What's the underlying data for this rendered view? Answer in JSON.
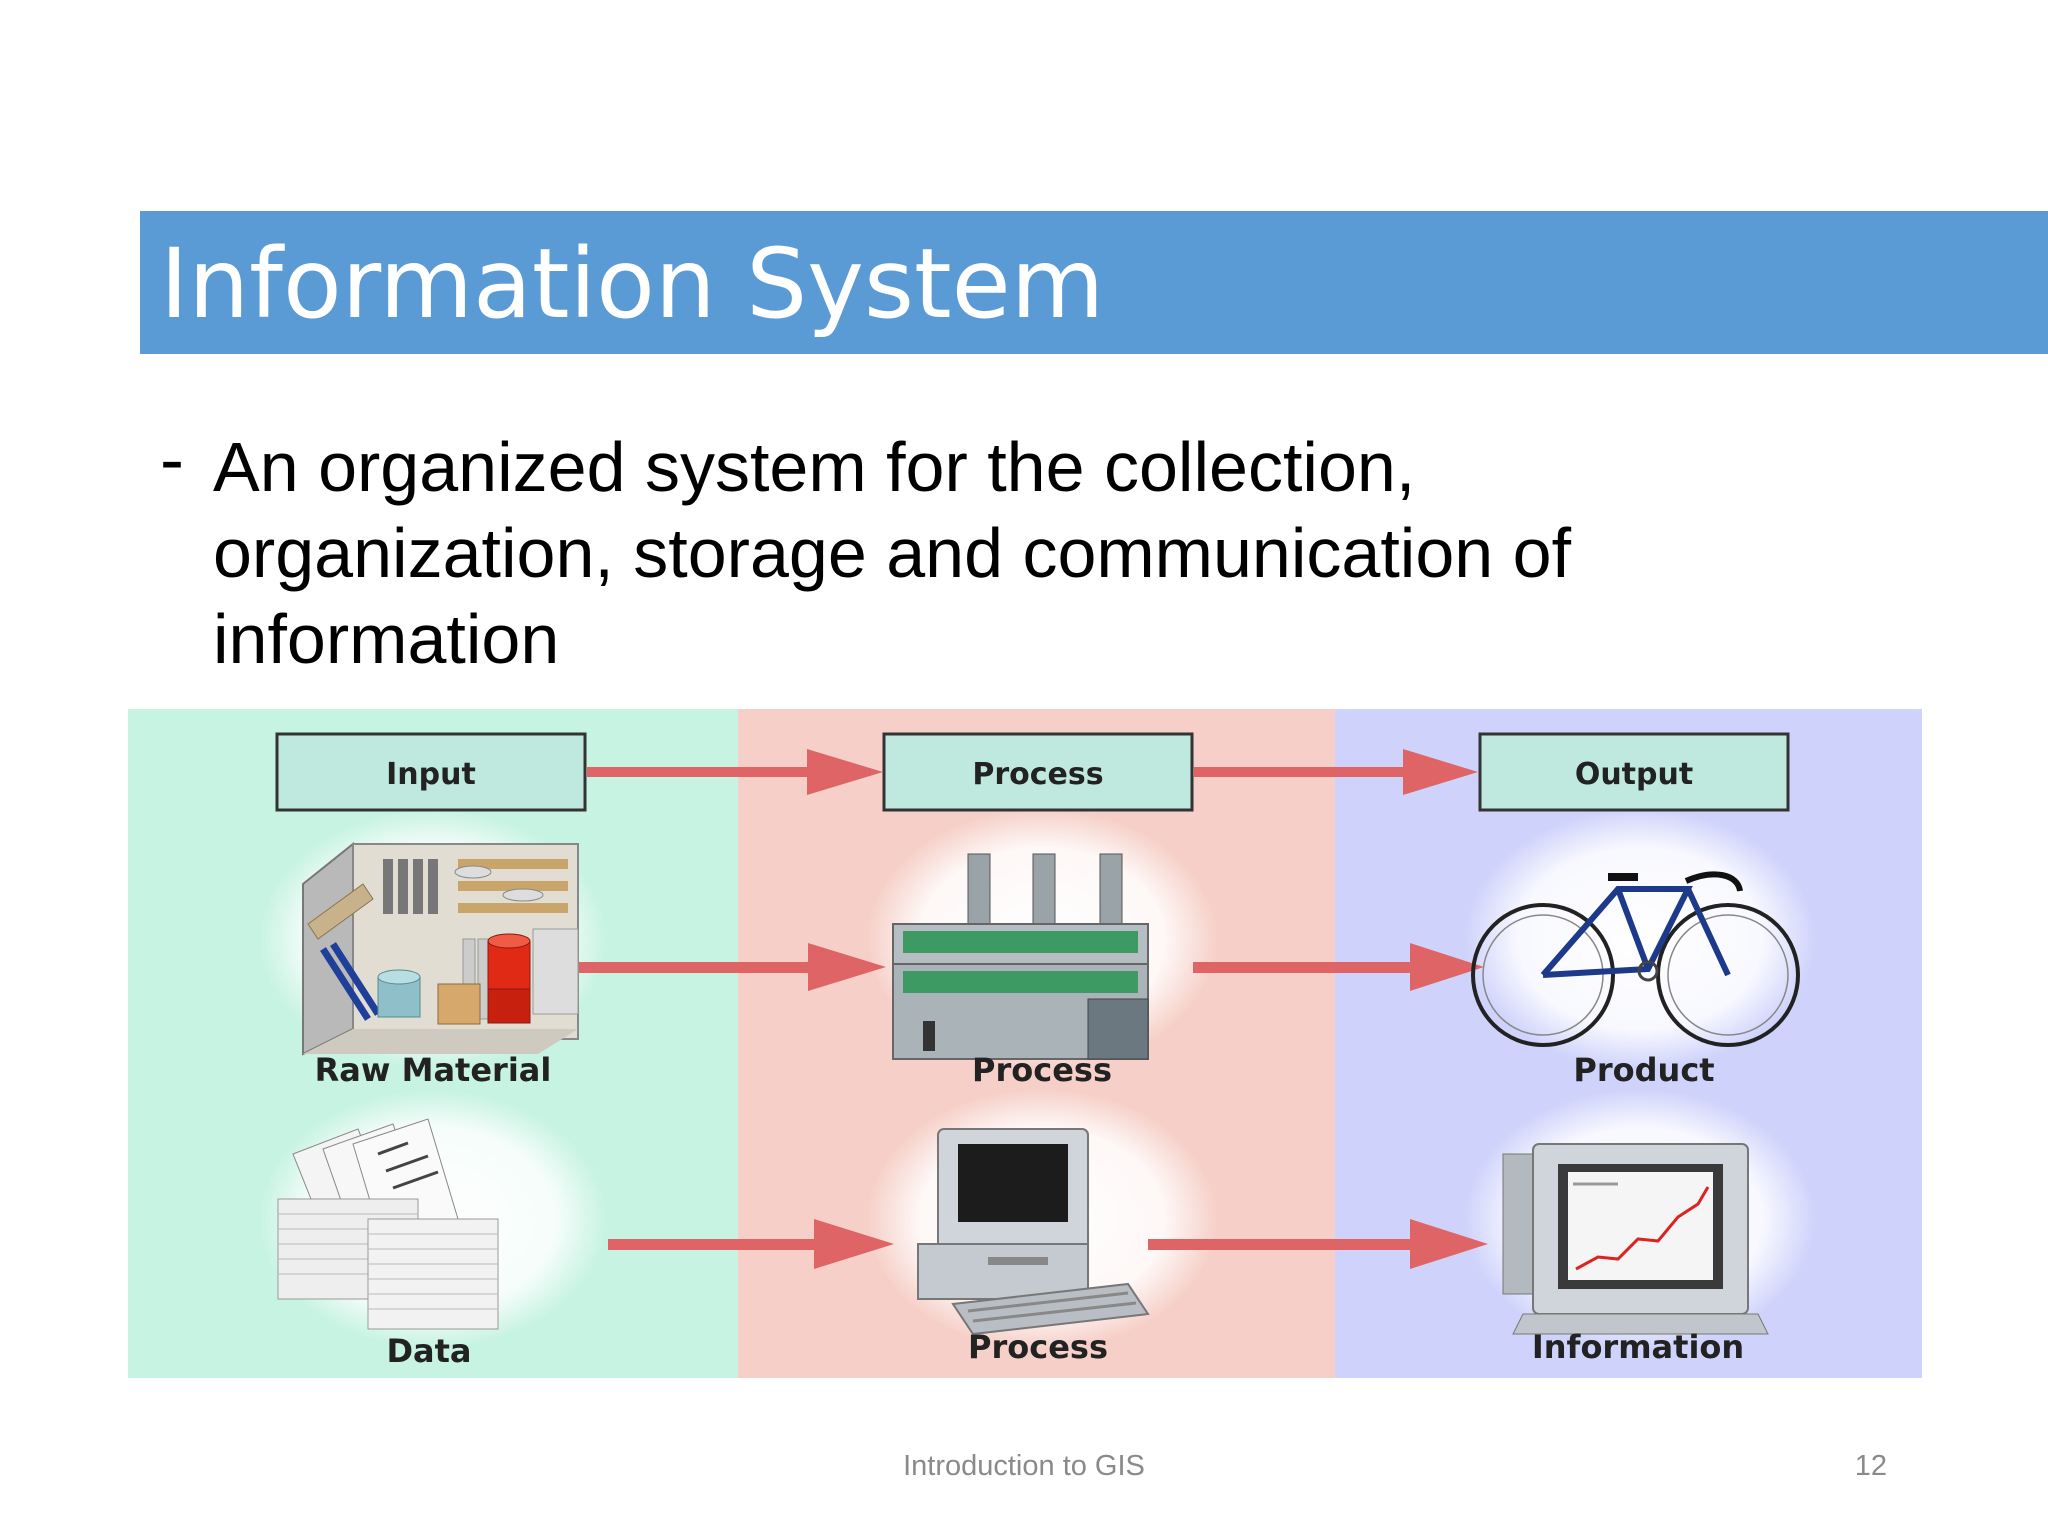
{
  "slide": {
    "title": "Information System",
    "bullet": "An organized system for the collection, organization, storage and communication of information",
    "footer": "Introduction to GIS",
    "page_number": "12"
  },
  "diagram": {
    "headers": [
      "Input",
      "Process",
      "Output"
    ],
    "rows": [
      {
        "input_label": "Raw Material",
        "process_label": "Process",
        "output_label": "Product"
      },
      {
        "input_label": "Data",
        "process_label": "Process",
        "output_label": "Information"
      }
    ],
    "colors": {
      "input_band": "#c6f3e2",
      "process_band": "#f6d0c8",
      "output_band": "#cfd3fb",
      "arrow": "#de6466",
      "header_box": "#bfe9df",
      "title_bar": "#5b9bd5"
    }
  }
}
